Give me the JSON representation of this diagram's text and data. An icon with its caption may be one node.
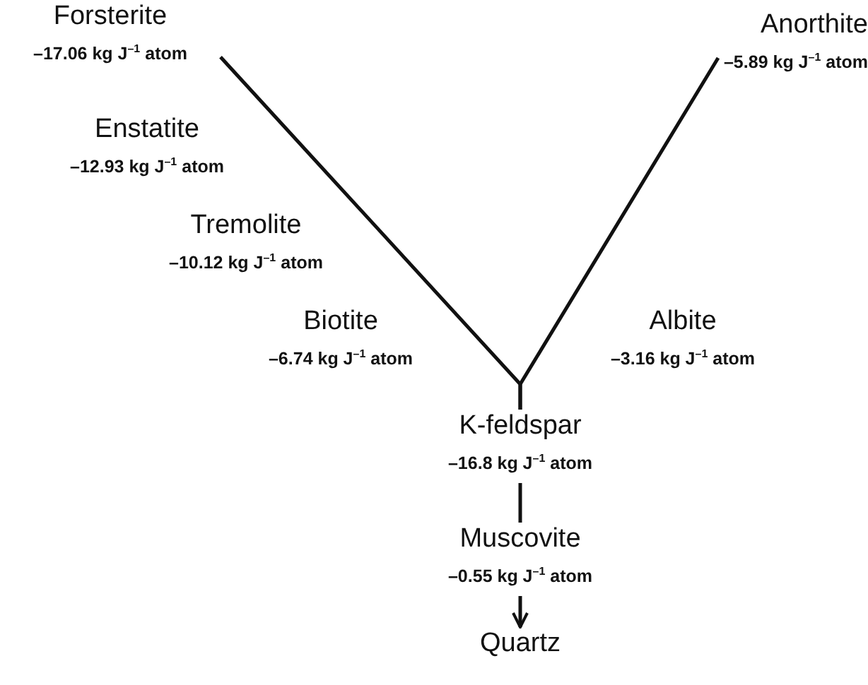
{
  "diagram": {
    "nodes": [
      {
        "text": [
          "Forsterite",
          "–17.06 kg J$^{–1}$ atom"
        ]
      },
      {
        "text": [
          "Enstatite",
          "–12.93 kg J$^{–1}$ atom"
        ]
      },
      {
        "text": [
          "Tremolite",
          "–10.12 kg J$^{–1}$ atom"
        ]
      },
      {
        "text": [
          "Biotite",
          "–6.74 kg J$^{–1}$ atom"
        ]
      },
      {
        "text": [
          "Anorthite",
          "–5.89 kg J$^{–1}$ atom"
        ]
      },
      {
        "text": [
          "Albite",
          "–3.16 kg J$^{–1}$ atom"
        ]
      },
      {
        "text": [
          "K-feldspar",
          "–16.8 kg J$^{–1}$ atom"
        ]
      },
      {
        "text": [
          "Muscovite",
          "–0.55 kg J$^{–1}$ atom"
        ]
      },
      {
        "text": [
          "Quartz"
        ]
      }
    ],
    "edges": [
      {
        "from": 0,
        "to": 6,
        "arrow": "none"
      },
      {
        "from": 4,
        "to": 6,
        "arrow": "none"
      },
      {
        "from": 6,
        "to": 7,
        "arrow": "none"
      },
      {
        "from": 7,
        "to": 8,
        "arrow": "to"
      }
    ]
  }
}
